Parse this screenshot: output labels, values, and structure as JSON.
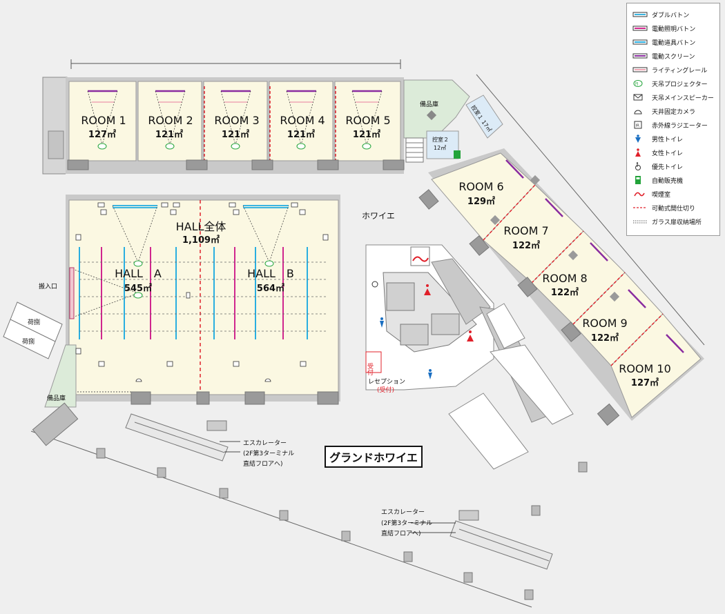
{
  "rooms_top": [
    {
      "name": "ROOM 1",
      "area": "127㎡"
    },
    {
      "name": "ROOM 2",
      "area": "121㎡"
    },
    {
      "name": "ROOM 3",
      "area": "121㎡"
    },
    {
      "name": "ROOM 4",
      "area": "121㎡"
    },
    {
      "name": "ROOM 5",
      "area": "121㎡"
    }
  ],
  "rooms_diag": [
    {
      "name": "ROOM 6",
      "area": "129㎡"
    },
    {
      "name": "ROOM 7",
      "area": "122㎡"
    },
    {
      "name": "ROOM 8",
      "area": "122㎡"
    },
    {
      "name": "ROOM 9",
      "area": "122㎡"
    },
    {
      "name": "ROOM 10",
      "area": "127㎡"
    }
  ],
  "hall": {
    "name": "HALL全体",
    "area": "1,109㎡",
    "a_name": "HALL　A",
    "a_area": "545㎡",
    "b_name": "HALL　B",
    "b_area": "564㎡"
  },
  "labels": {
    "foyer": "ホワイエ",
    "grand_foyer": "グランドホワイエ",
    "storage_top": "備品庫",
    "storage_left": "備品庫",
    "waiting1": "控室１ 17㎡",
    "waiting2_a": "控室２",
    "waiting2_b": "12㎡",
    "loading_entrance": "搬入口",
    "cargo1": "荷捌",
    "cargo2": "荷捌",
    "reception": "レセプション",
    "reception_sub": "(受付)",
    "uketsuke": "受付",
    "escalator1_a": "エスカレーター",
    "escalator1_b": "(2F第3ターミナル",
    "escalator1_c": "直結フロアへ)",
    "escalator2_a": "エスカレーター",
    "escalator2_b": "(2F第3ターミナル",
    "escalator2_c": "直結フロアへ)",
    "pj": "PJ",
    "ir": "IR"
  },
  "legend": [
    {
      "label": "ダブルバトン",
      "icon": "double-baton",
      "color": "#3bb5e0"
    },
    {
      "label": "電動照明バトン",
      "icon": "lighting-baton",
      "color": "#d0268e"
    },
    {
      "label": "電動道具バトン",
      "icon": "tool-baton",
      "color": "#29aee0"
    },
    {
      "label": "電動スクリーン",
      "icon": "screen",
      "color": "#8a2ca0"
    },
    {
      "label": "ライティングレール",
      "icon": "lighting-rail",
      "color": "#f0a6b4"
    },
    {
      "label": "天吊プロジェクター",
      "icon": "projector",
      "color": "#22a33a"
    },
    {
      "label": "天吊メインスピーカー",
      "icon": "speaker",
      "color": "#333333"
    },
    {
      "label": "天井固定カメラ",
      "icon": "camera",
      "color": "#333333"
    },
    {
      "label": "赤外線ラジエーター",
      "icon": "ir-radiator",
      "color": "#333333"
    },
    {
      "label": "男性トイレ",
      "icon": "male-toilet",
      "color": "#1a6fc2"
    },
    {
      "label": "女性トイレ",
      "icon": "female-toilet",
      "color": "#e0202a"
    },
    {
      "label": "優先トイレ",
      "icon": "accessible-toilet",
      "color": "#333333"
    },
    {
      "label": "自動販売機",
      "icon": "vending-machine",
      "color": "#22a33a"
    },
    {
      "label": "喫煙室",
      "icon": "smoking-room",
      "color": "#e0202a"
    },
    {
      "label": "可動式間仕切り",
      "icon": "movable-partition",
      "color": "#e0202a"
    },
    {
      "label": "ガラス扉収納場所",
      "icon": "glass-door-storage",
      "color": "#555555"
    }
  ],
  "colors": {
    "room_fill": "#fbf8e2",
    "wall": "#9a9a9a",
    "background": "#efefef",
    "partition": "#e0202a",
    "storage": "#dcebd9",
    "waiting": "#dcebf7"
  }
}
